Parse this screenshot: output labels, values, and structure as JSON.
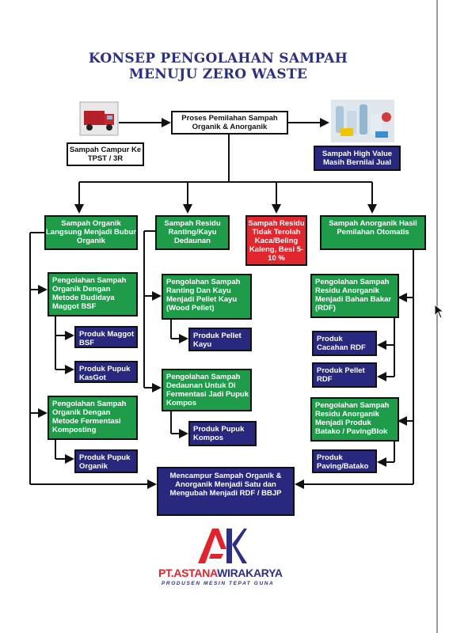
{
  "title": {
    "line1": "KONSEP PENGOLAHAN SAMPAH",
    "line2": "MENUJU ZERO WASTE"
  },
  "top": {
    "collection": "Sampah Campur Ke TPST / 3R",
    "sorting": "Proses Pemilahan Sampah Organik & Anorganik",
    "high_value": "Sampah High Value Masih Bernilai Jual"
  },
  "categories": {
    "organic": "Sampah Organik Langsung Menjadi Bubur Organik",
    "twigs": "Sampah Residu Ranting/Kayu Dedaunan",
    "residue": "Sampah Residu Tidak Terolah Kaca/Beling Kaleng, Besi 5-10 %",
    "inorganic": "Sampah Anorganik Hasil Pemilahan Otomatis"
  },
  "organic_col": {
    "bsf_process": "Pengolahan Sampah Organik Dengan Metode Budidaya Maggot BSF",
    "product_maggot": "Produk Maggot BSF",
    "product_kasgot": "Produk Pupuk KasGot",
    "compost_process": "Pengolahan Sampah Organik Dengan Metode Fermentasi Komposting",
    "product_pupuk_organik": "Produk Pupuk Organik"
  },
  "twigs_col": {
    "pellet_process": "Pengolahan Sampah Ranting Dan Kayu Menjadi Pellet Kayu (Wood Pellet)",
    "product_pellet_kayu": "Produk Pellet Kayu",
    "leaf_process": "Pengolahan Sampah Dedaunan Untuk Di Fermentasi Jadi Pupuk Kompos",
    "product_pupuk_kompos": "Produk Pupuk Kompos"
  },
  "inorganic_col": {
    "rdf_process": "Pengolahan Sampah Residu Anorganik Menjadi Bahan Bakar (RDF)",
    "product_cacahan": "Produk Cacahan RDF",
    "product_pellet_rdf": "Produk Pellet RDF",
    "paving_process": "Pengolahan Sampah Residu Anorganik Menjadi Produk Batako / PavingBlok",
    "product_paving": "Produk Paving/Batako"
  },
  "mix": "Mencampur Sampah Organik & Anorganik Menjadi Satu dan Mengubah Menjadi RDF / BBJP",
  "logo": {
    "name_pt": "PT.",
    "name_astana": "ASTANA",
    "name_wira": "WIRAKARYA",
    "tagline": "PRODUSEN MESIN TEPAT GUNA"
  },
  "colors": {
    "green": "#1f9c4a",
    "navy": "#28287f",
    "red": "#e2262e",
    "title": "#2b2f86"
  }
}
